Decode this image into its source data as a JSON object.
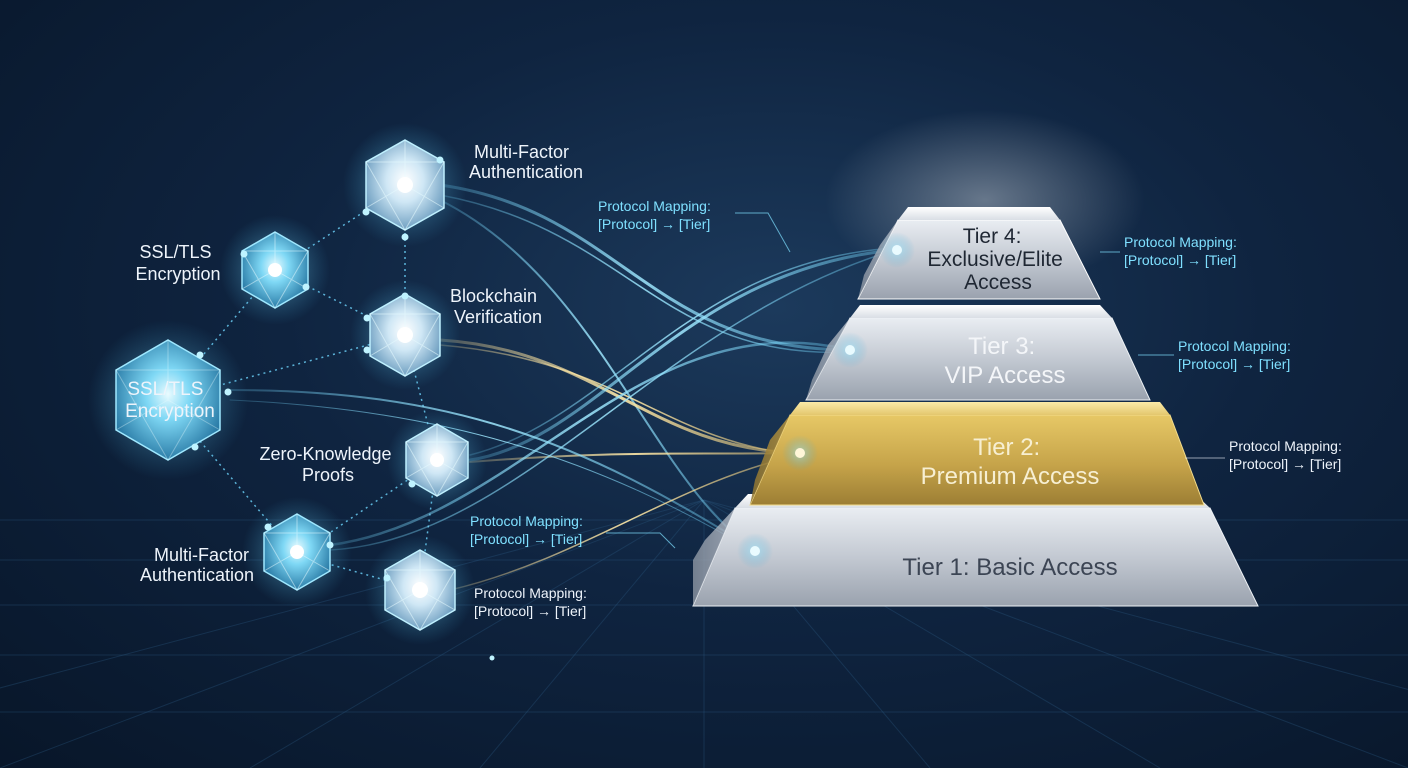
{
  "nodes": [
    {
      "label_lines": [
        "Multi-Factor",
        "Authentication"
      ]
    },
    {
      "label_lines": [
        "SSL/TLS",
        "Encryption"
      ]
    },
    {
      "label_lines": [
        "Blockchain",
        "Verification"
      ]
    },
    {
      "label_lines": [
        "SSL/TLS",
        "Encryption"
      ]
    },
    {
      "label_lines": [
        "Zero-Knowledge",
        "Proofs"
      ]
    },
    {
      "label_lines": [
        "Multi-Factor",
        "Authentication"
      ]
    },
    {
      "label_lines": []
    }
  ],
  "tiers": [
    {
      "lines": [
        "Tier 4:",
        "Exclusive/Elite",
        "Access"
      ],
      "style": "silver"
    },
    {
      "lines": [
        "Tier 3:",
        "VIP Access"
      ],
      "style": "silver"
    },
    {
      "lines": [
        "Tier 2:",
        "Premium Access"
      ],
      "style": "gold"
    },
    {
      "lines": [
        "Tier 1: Basic Access"
      ],
      "style": "silver"
    }
  ],
  "mappings": [
    {
      "line1": "Protocol Mapping:",
      "line2": "[Protocol] → [Tier]"
    },
    {
      "line1": "Protocol Mapping:",
      "line2": "[Protocol] → [Tier]"
    },
    {
      "line1": "Protocol Mapping:",
      "line2": "[Protocol] → [Tier]"
    },
    {
      "line1": "Protocol Mapping:",
      "line2": "[Protocol] → [Tier]"
    },
    {
      "line1": "Protocol Mapping:",
      "line2": "[Protocol] → [Tier]"
    },
    {
      "line1": "Protocol Mapping:",
      "line2": "[Protocol] → [Tier]"
    }
  ],
  "colors": {
    "background": "#0c1d33",
    "cyan_glow": "#5fd6ff",
    "protocol_text": "#7fe0ff",
    "gold_tier": "#c9a84a",
    "silver_tier": "#c7ccd4"
  }
}
